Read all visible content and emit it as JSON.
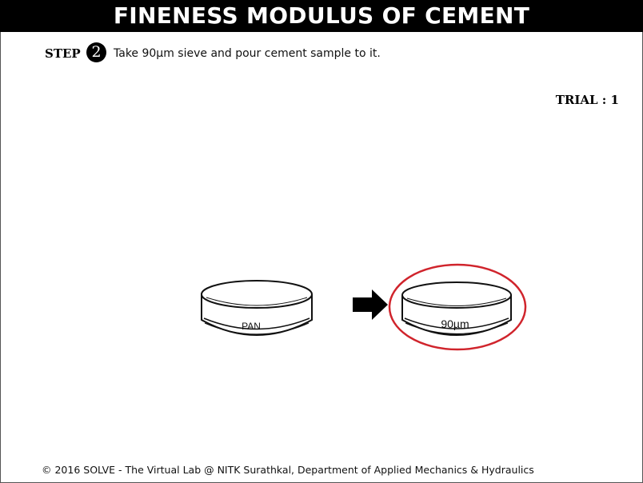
{
  "header": {
    "title": "FINENESS MODULUS OF CEMENT"
  },
  "step": {
    "label": "STEP",
    "number": "2",
    "instruction": "Take 90µm sieve and pour cement sample to it."
  },
  "trial": {
    "text": "TRIAL : 1"
  },
  "apparatus": {
    "pan_label": "PAN",
    "sieve_label": "90µm",
    "highlight_color": "#d0242c",
    "arrow_icon": "arrow-right-icon"
  },
  "footer": {
    "text": "© 2016 SOLVE - The Virtual Lab @ NITK Surathkal, Department of Applied Mechanics & Hydraulics"
  }
}
